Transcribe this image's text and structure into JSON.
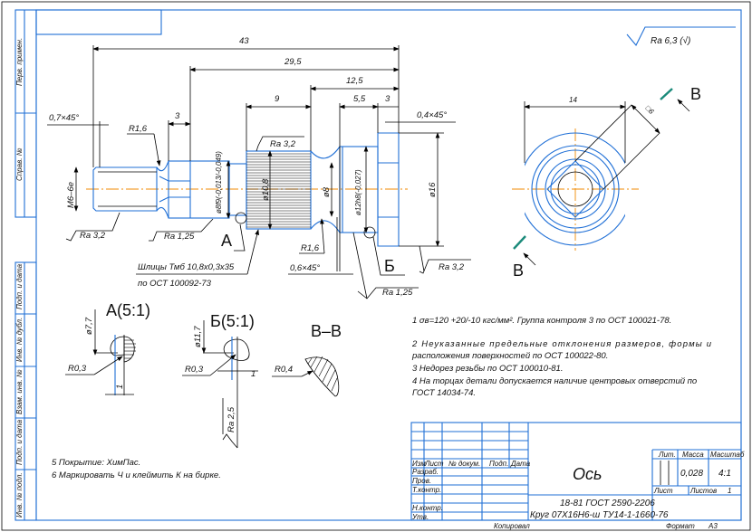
{
  "roughness": {
    "general": "Ra 6,3 (√)",
    "thread": "Ra 3,2",
    "journal": "Ra 1,25",
    "spline": "Ra 3,2",
    "neck": "Ra 1,25",
    "head": "Ra 3,2",
    "detail_b": "Ra 2,5"
  },
  "dimensions": {
    "overall": "43",
    "to_spline": "29,5",
    "to_neck": "12,5",
    "spline_len": "9",
    "collar": "5,5",
    "head": "3",
    "undercut": "3",
    "chamfer_left": "0,7×45°",
    "chamfer_right": "0,4×45°",
    "chamfer_mid": "0,6×45°",
    "radius_left": "R1,6",
    "radius_mid": "R1,6",
    "thread": "М6–6е",
    "d_journal": "ø8f9(-0,013/-0,049)",
    "d_spline": "ø10,8",
    "d_neck": "ø8",
    "d_collar": "ø12h8(-0,027)",
    "d_head": "ø16",
    "width_flats": "14",
    "square": "□6"
  },
  "spline_note": [
    "Шлицы Тмб 10,8х0,3х35",
    "по ОСТ 100092-73"
  ],
  "labels": {
    "detail_a": "А",
    "detail_b": "Б",
    "section_mark": "В"
  },
  "details": {
    "a": {
      "title": "А(5:1)",
      "diameter": "ø7,7",
      "radius": "R0,3",
      "length": "1"
    },
    "b": {
      "title": "Б(5:1)",
      "diameter": "ø11,7",
      "radius": "R0,3",
      "length": "1"
    },
    "section": {
      "title": "В–В",
      "radius": "R0,4"
    }
  },
  "notes": [
    "1  σв=120 +20/-10 кгс/мм². Группа контроля 3 по ОСТ 100021-78.",
    "2  Неуказанные предельные отклонения размеров, формы и",
    "расположения поверхностей по ОСТ 100022-80.",
    "3  Недорез резьбы по ОСТ 100010-81.",
    "4  На торцах детали допускается наличие центровых отверстий по",
    "ГОСТ 14034-74."
  ],
  "notes2": [
    "5  Покрытие: ХимПас.",
    "6  Маркировать Ч и клеймить К на бирке."
  ],
  "title_block": {
    "headers": [
      "Изм",
      "Лист",
      "№ докум.",
      "Подп.",
      "Дата"
    ],
    "roles": [
      "Разраб.",
      "Пров.",
      "Т.контр.",
      "Н.контр.",
      "Утв."
    ],
    "name": "Ось",
    "material": [
      "18-81 ГОСТ 2590-2206",
      "Круг 07Х16Н6-ш ТУ14-1-1660-76"
    ],
    "lit_label": "Лит.",
    "mass_label": "Масса",
    "scale_label": "Масштаб",
    "mass": "0,028",
    "scale": "4:1",
    "sheet_label": "Лист",
    "sheets_label": "Листов",
    "sheets": "1",
    "copied": "Копировал",
    "format_label": "Формат",
    "format": "А3"
  },
  "side_stamps": [
    "Перв. примен.",
    "Справ. №",
    "Подп. и дата",
    "Инв. № дубл.",
    "Взам. инв. №",
    "Подп. и дата",
    "Инв. № подл."
  ]
}
